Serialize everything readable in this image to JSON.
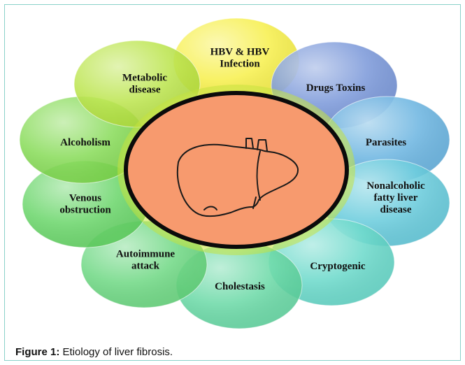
{
  "center": {
    "icon": "liver-icon"
  },
  "petals": [
    {
      "id": "hbv",
      "lines": [
        "HBV & HBV",
        "Infection"
      ],
      "color": "#f6ee3c"
    },
    {
      "id": "drugs",
      "lines": [
        "Drugs Toxins"
      ],
      "color": "#6f8fd6"
    },
    {
      "id": "parasites",
      "lines": [
        "Parasites"
      ],
      "color": "#5eaede"
    },
    {
      "id": "nafld",
      "lines": [
        "Nonalcoholic",
        "fatty liver",
        "disease"
      ],
      "color": "#5cc7da"
    },
    {
      "id": "cryptogenic",
      "lines": [
        "Cryptogenic"
      ],
      "color": "#5fd6c6"
    },
    {
      "id": "cholestasis",
      "lines": [
        "Cholestasis"
      ],
      "color": "#5fd69f"
    },
    {
      "id": "autoimmune",
      "lines": [
        "Autoimmune",
        "attack"
      ],
      "color": "#63d57a"
    },
    {
      "id": "venous",
      "lines": [
        "Venous",
        "obstruction"
      ],
      "color": "#5fd35f"
    },
    {
      "id": "alcoholism",
      "lines": [
        "Alcoholism"
      ],
      "color": "#7dd84a"
    },
    {
      "id": "metabolic",
      "lines": [
        "Metabolic",
        "disease"
      ],
      "color": "#b6e33f"
    }
  ],
  "caption": {
    "label": "Figure 1:",
    "text": " Etiology of liver fibrosis."
  }
}
